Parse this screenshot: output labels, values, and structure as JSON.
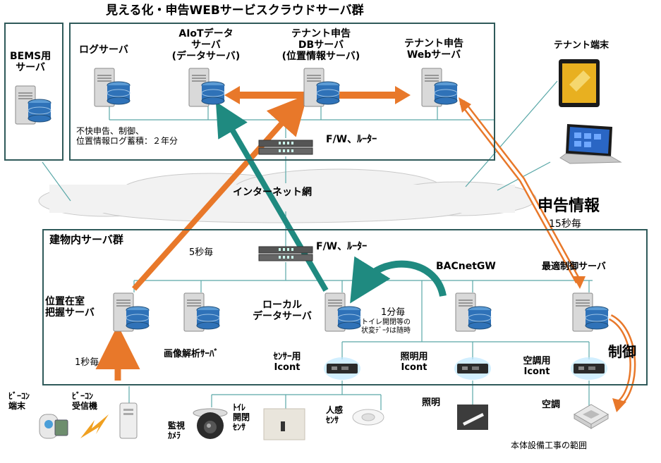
{
  "title": "見える化・申告WEBサービスクラウドサーバ群",
  "groups": {
    "bems": "BEMS用\nサーバ",
    "building": "建物内サーバ群"
  },
  "servers": {
    "log": "ログサーバ",
    "aiot": "AIoTデータ\nサーバ\n(データサーバ)",
    "tenant_db": "テナント申告\nDBサーバ\n(位置情報サーバ)",
    "tenant_web": "テナント申告\nWebサーバ",
    "location": "位置在室\n把握サーバ",
    "image": "画像解析ｻｰﾊﾞ",
    "local_data": "ローカル\nデータサーバ",
    "optimal": "最適制御サーバ"
  },
  "notes": {
    "log_retention": "不快申告、制御、\n位置情報ログ蓄積：２年分",
    "fw_top": "F/W、ﾙｰﾀｰ",
    "fw_mid": "F/W、ﾙｰﾀｰ",
    "internet": "インターネット網",
    "tenant_terminal": "テナント端末",
    "report_info": "申告情報",
    "every15s": "15秒毎",
    "every5s": "5秒毎",
    "every1s": "1秒毎",
    "bacnet": "BACnetGW",
    "every1m": "1分毎",
    "toilet_note": "トイレ開閉等の\n状変ﾃﾞｰﾀは随時",
    "control": "制御",
    "scope": "本体設備工事の範囲"
  },
  "iconts": {
    "sensor": "ｾﾝｻｰ用\nIcont",
    "lighting": "照明用\nIcont",
    "aircon": "空調用\nIcont"
  },
  "devices": {
    "beacon_terminal": "ﾋﾞｰｺﾝ\n端末",
    "beacon_receiver": "ﾋﾞｰｺﾝ\n受信機",
    "camera": "監視\nｶﾒﾗ",
    "toilet_sensor": "ﾄｲﾚ\n開閉\nｾﾝｻ",
    "motion_sensor": "人感\nｾﾝｻ",
    "lighting": "照明",
    "aircon": "空調"
  },
  "colors": {
    "frame": "#2f5a5a",
    "orange": "#e8782a",
    "teal": "#1f8a80",
    "line": "#5aa8a8",
    "server_body": "#d9d9d9",
    "db": "#2f72b8"
  }
}
